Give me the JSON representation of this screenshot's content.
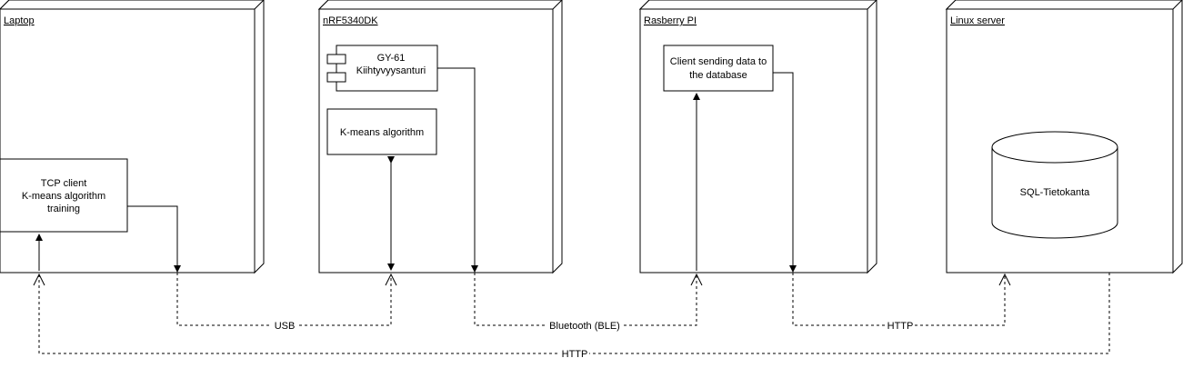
{
  "nodes": {
    "laptop": {
      "title": "Laptop"
    },
    "nrf": {
      "title": "nRF5340DK"
    },
    "rpi": {
      "title": "Rasberry PI"
    },
    "server": {
      "title": "Linux server"
    }
  },
  "components": {
    "tcp_client": {
      "lines": [
        "TCP client",
        "K-means algorithm",
        "training"
      ]
    },
    "gy61": {
      "lines": [
        "GY-61",
        "Kiihtyvyysanturi"
      ]
    },
    "kmeans": {
      "lines": [
        "K-means algorithm"
      ]
    },
    "rpi_client": {
      "lines": [
        "Client sending data to",
        "the database"
      ]
    },
    "sql": {
      "lines": [
        "SQL-Tietokanta"
      ]
    }
  },
  "connections": {
    "usb": "USB",
    "ble": "Bluetooth (BLE)",
    "http_rpi_server": "HTTP",
    "http_server_laptop": "HTTP"
  }
}
